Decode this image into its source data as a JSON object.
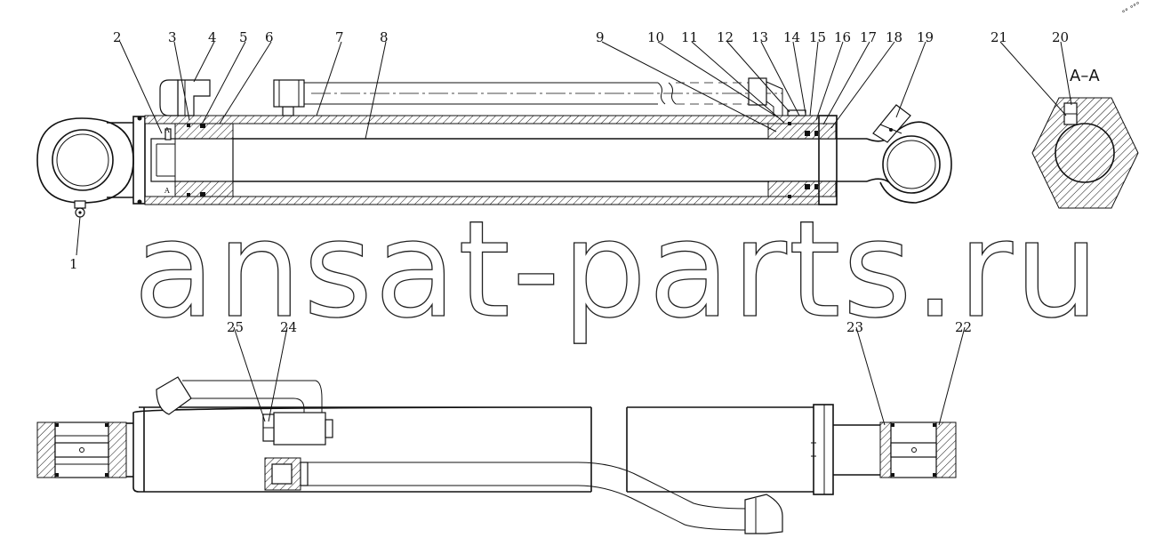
{
  "drawing": {
    "watermark": "ansat-parts.ru",
    "section_label": "A–A",
    "section_mark": "A",
    "corner_mark": "°° °°°",
    "callouts": [
      "1",
      "2",
      "3",
      "4",
      "5",
      "6",
      "7",
      "8",
      "9",
      "10",
      "11",
      "12",
      "13",
      "14",
      "15",
      "16",
      "17",
      "18",
      "19",
      "20",
      "21",
      "22",
      "23",
      "24",
      "25"
    ]
  }
}
